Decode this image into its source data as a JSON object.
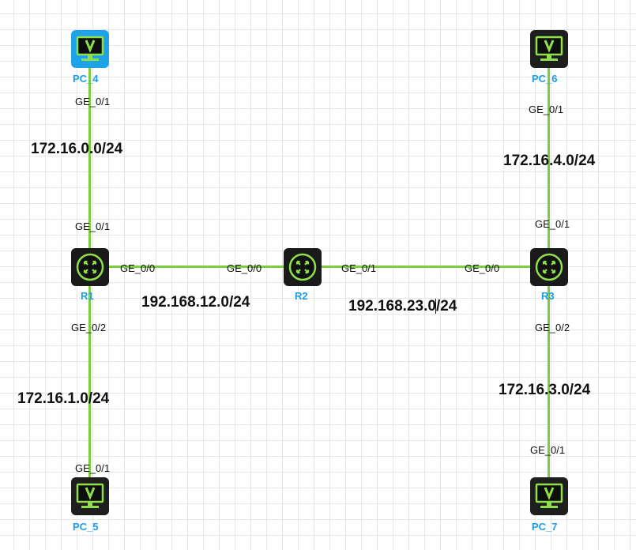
{
  "colors": {
    "link": "#7ccd3f",
    "device_name": "#1a9ee8",
    "pc_selected": "#1fa3e8",
    "device_dark": "#1e1e1e"
  },
  "devices": {
    "pc4": {
      "name": "PC_4",
      "icon": "pc-monitor-icon",
      "state": "selected"
    },
    "pc6": {
      "name": "PC_6",
      "icon": "pc-monitor-icon"
    },
    "pc5": {
      "name": "PC_5",
      "icon": "pc-monitor-icon"
    },
    "pc7": {
      "name": "PC_7",
      "icon": "pc-monitor-icon"
    },
    "r1": {
      "name": "R1",
      "icon": "router-icon"
    },
    "r2": {
      "name": "R2",
      "icon": "router-icon"
    },
    "r3": {
      "name": "R3",
      "icon": "router-icon"
    }
  },
  "ports": {
    "pc4_ge01": "GE_0/1",
    "r1_top_ge01": "GE_0/1",
    "r1_right_ge00": "GE_0/0",
    "r2_left_ge00": "GE_0/0",
    "r2_right_ge01": "GE_0/1",
    "r3_left_ge00": "GE_0/0",
    "pc6_ge01": "GE_0/1",
    "r3_top_ge01": "GE_0/1",
    "r1_bottom_ge02": "GE_0/2",
    "pc5_ge01": "GE_0/1",
    "r3_bottom_ge02": "GE_0/2",
    "pc7_ge01": "GE_0/1"
  },
  "subnets": {
    "pc4_r1": "172.16.0.0/24",
    "pc6_r3": "172.16.4.0/24",
    "r1_r2": "192.168.12.0/24",
    "r2_r3": "192.168.23.0/24",
    "r1_pc5": "172.16.1.0/24",
    "r3_pc7": "172.16.3.0/24"
  }
}
